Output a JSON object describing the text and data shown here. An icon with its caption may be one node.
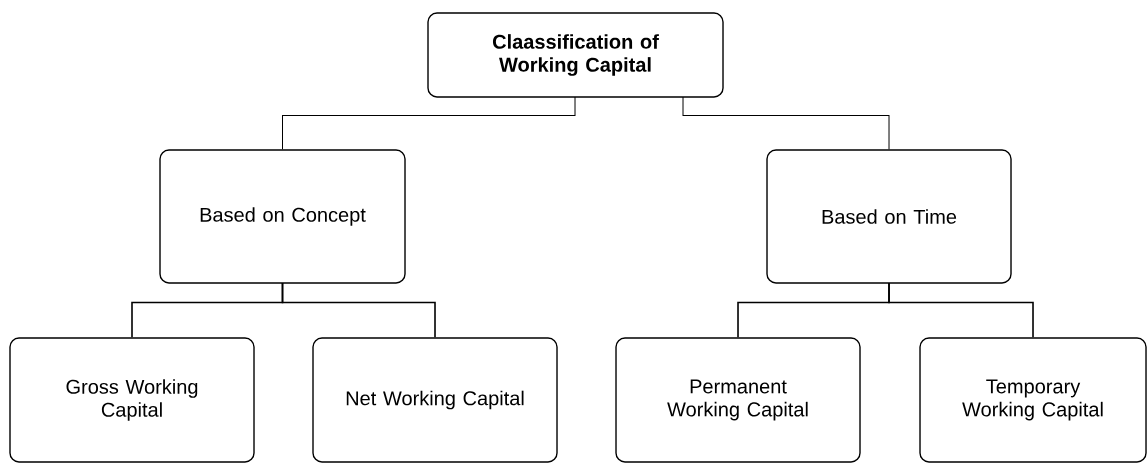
{
  "diagram": {
    "nodes": [
      {
        "text": [
          "Claassification of Working Capital"
        ]
      },
      {
        "text": [
          "Based on Concept"
        ]
      },
      {
        "text": [
          "Based on Time"
        ]
      },
      {
        "text": [
          "Gross Working Capital"
        ]
      },
      {
        "text": [
          "Net Working Capital"
        ]
      },
      {
        "text": [
          "Permanent Working Capital"
        ]
      },
      {
        "text": [
          "Temporary Working Capital"
        ]
      }
    ],
    "edges": [
      {
        "from": 0,
        "to": 1,
        "arrow": "none"
      },
      {
        "from": 0,
        "to": 2,
        "arrow": "none"
      },
      {
        "from": 1,
        "to": 3,
        "arrow": "none"
      },
      {
        "from": 1,
        "to": 4,
        "arrow": "none"
      },
      {
        "from": 2,
        "to": 5,
        "arrow": "none"
      },
      {
        "from": 2,
        "to": 6,
        "arrow": "none"
      }
    ]
  }
}
